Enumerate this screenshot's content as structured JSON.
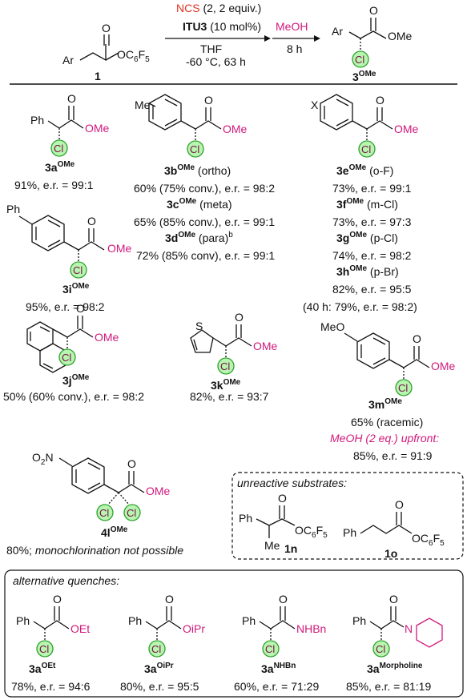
{
  "scheme": {
    "reagent_ncs": "NCS",
    "reagent_ncs_detail": "(2, 2 equiv.)",
    "catalyst": "ITU3",
    "catalyst_detail": "(10 mol%)",
    "solvent": "THF",
    "conditions": "-60 °C, 63 h",
    "quench": "MeOH",
    "quench_time": "8 h",
    "start_label": "1",
    "product_label": "3",
    "product_sup": "OMe"
  },
  "products": [
    {
      "id": "3a",
      "sup": "OMe",
      "yield": "91%, e.r. = 99:1"
    },
    {
      "id": "3b",
      "sup": "OMe",
      "note": "(ortho)",
      "yield": "60% (75% conv.), e.r. = 98:2"
    },
    {
      "id": "3c",
      "sup": "OMe",
      "note": "(meta)",
      "yield": "65% (85% conv.), e.r. = 99:1"
    },
    {
      "id": "3d",
      "sup": "OMe",
      "note": "(para)",
      "note_sup": "b",
      "yield": "72% (85% conv), e.r. = 99:1"
    },
    {
      "id": "3e",
      "sup": "OMe",
      "note": "(o-F)",
      "yield": "73%, e.r. = 99:1"
    },
    {
      "id": "3f",
      "sup": "OMe",
      "note": "(m-Cl)",
      "yield": "73%, e.r. = 97:3"
    },
    {
      "id": "3g",
      "sup": "OMe",
      "note": "(p-Cl)",
      "yield": "74%, e.r. = 98:2"
    },
    {
      "id": "3h",
      "sup": "OMe",
      "note": "(p-Br)",
      "yield": "82%, e.r. = 95:5",
      "extra": "(40 h: 79%, e.r. = 98:2)"
    },
    {
      "id": "3i",
      "sup": "OMe",
      "yield": "95%, e.r. = 98:2"
    },
    {
      "id": "3j",
      "sup": "OMe",
      "yield": "50% (60% conv.), e.r. = 98:2"
    },
    {
      "id": "3k",
      "sup": "OMe",
      "yield": "82%, e.r. = 93:7"
    },
    {
      "id": "3m",
      "sup": "OMe",
      "yield": "65% (racemic)",
      "note_italic": "MeOH (2 eq.) upfront:",
      "yield2": "85%, e.r. = 91:9"
    },
    {
      "id": "4l",
      "sup": "OMe",
      "yield": "80%;",
      "yield_italic": "monochlorination not possible"
    }
  ],
  "unreactive": {
    "title": "unreactive substrates:",
    "a": "1n",
    "b": "1o"
  },
  "quenches": {
    "title": "alternative quenches:",
    "items": [
      {
        "id": "3a",
        "sup": "OEt",
        "group": "OEt",
        "yield": "78%, e.r. = 94:6"
      },
      {
        "id": "3a",
        "sup": "OiPr",
        "group": "OiPr",
        "yield": "80%, e.r. = 95:5"
      },
      {
        "id": "3a",
        "sup": "NHBn",
        "group": "NHBn",
        "yield": "60%, e.r. = 71:29"
      },
      {
        "id": "3a",
        "sup": "Morpholine",
        "group": "N",
        "yield": "85%, e.r. = 81:19"
      }
    ]
  },
  "labels": {
    "Ar": "Ar",
    "Ph": "Ph",
    "O": "O",
    "OMe": "OMe",
    "OC6F5": "OC",
    "C6F5sub": "6",
    "F5": "F",
    "F5sub": "5",
    "Cl": "Cl",
    "Me": "Me",
    "X": "X",
    "MeO": "MeO",
    "O2N": "O",
    "O2Nsub": "2",
    "N": "N",
    "S": "S"
  },
  "colors": {
    "accent_pink": "#d1197c",
    "accent_red": "#e0321e",
    "cl_fill": "#b7f5b0",
    "cl_stroke": "#2fa02f"
  }
}
